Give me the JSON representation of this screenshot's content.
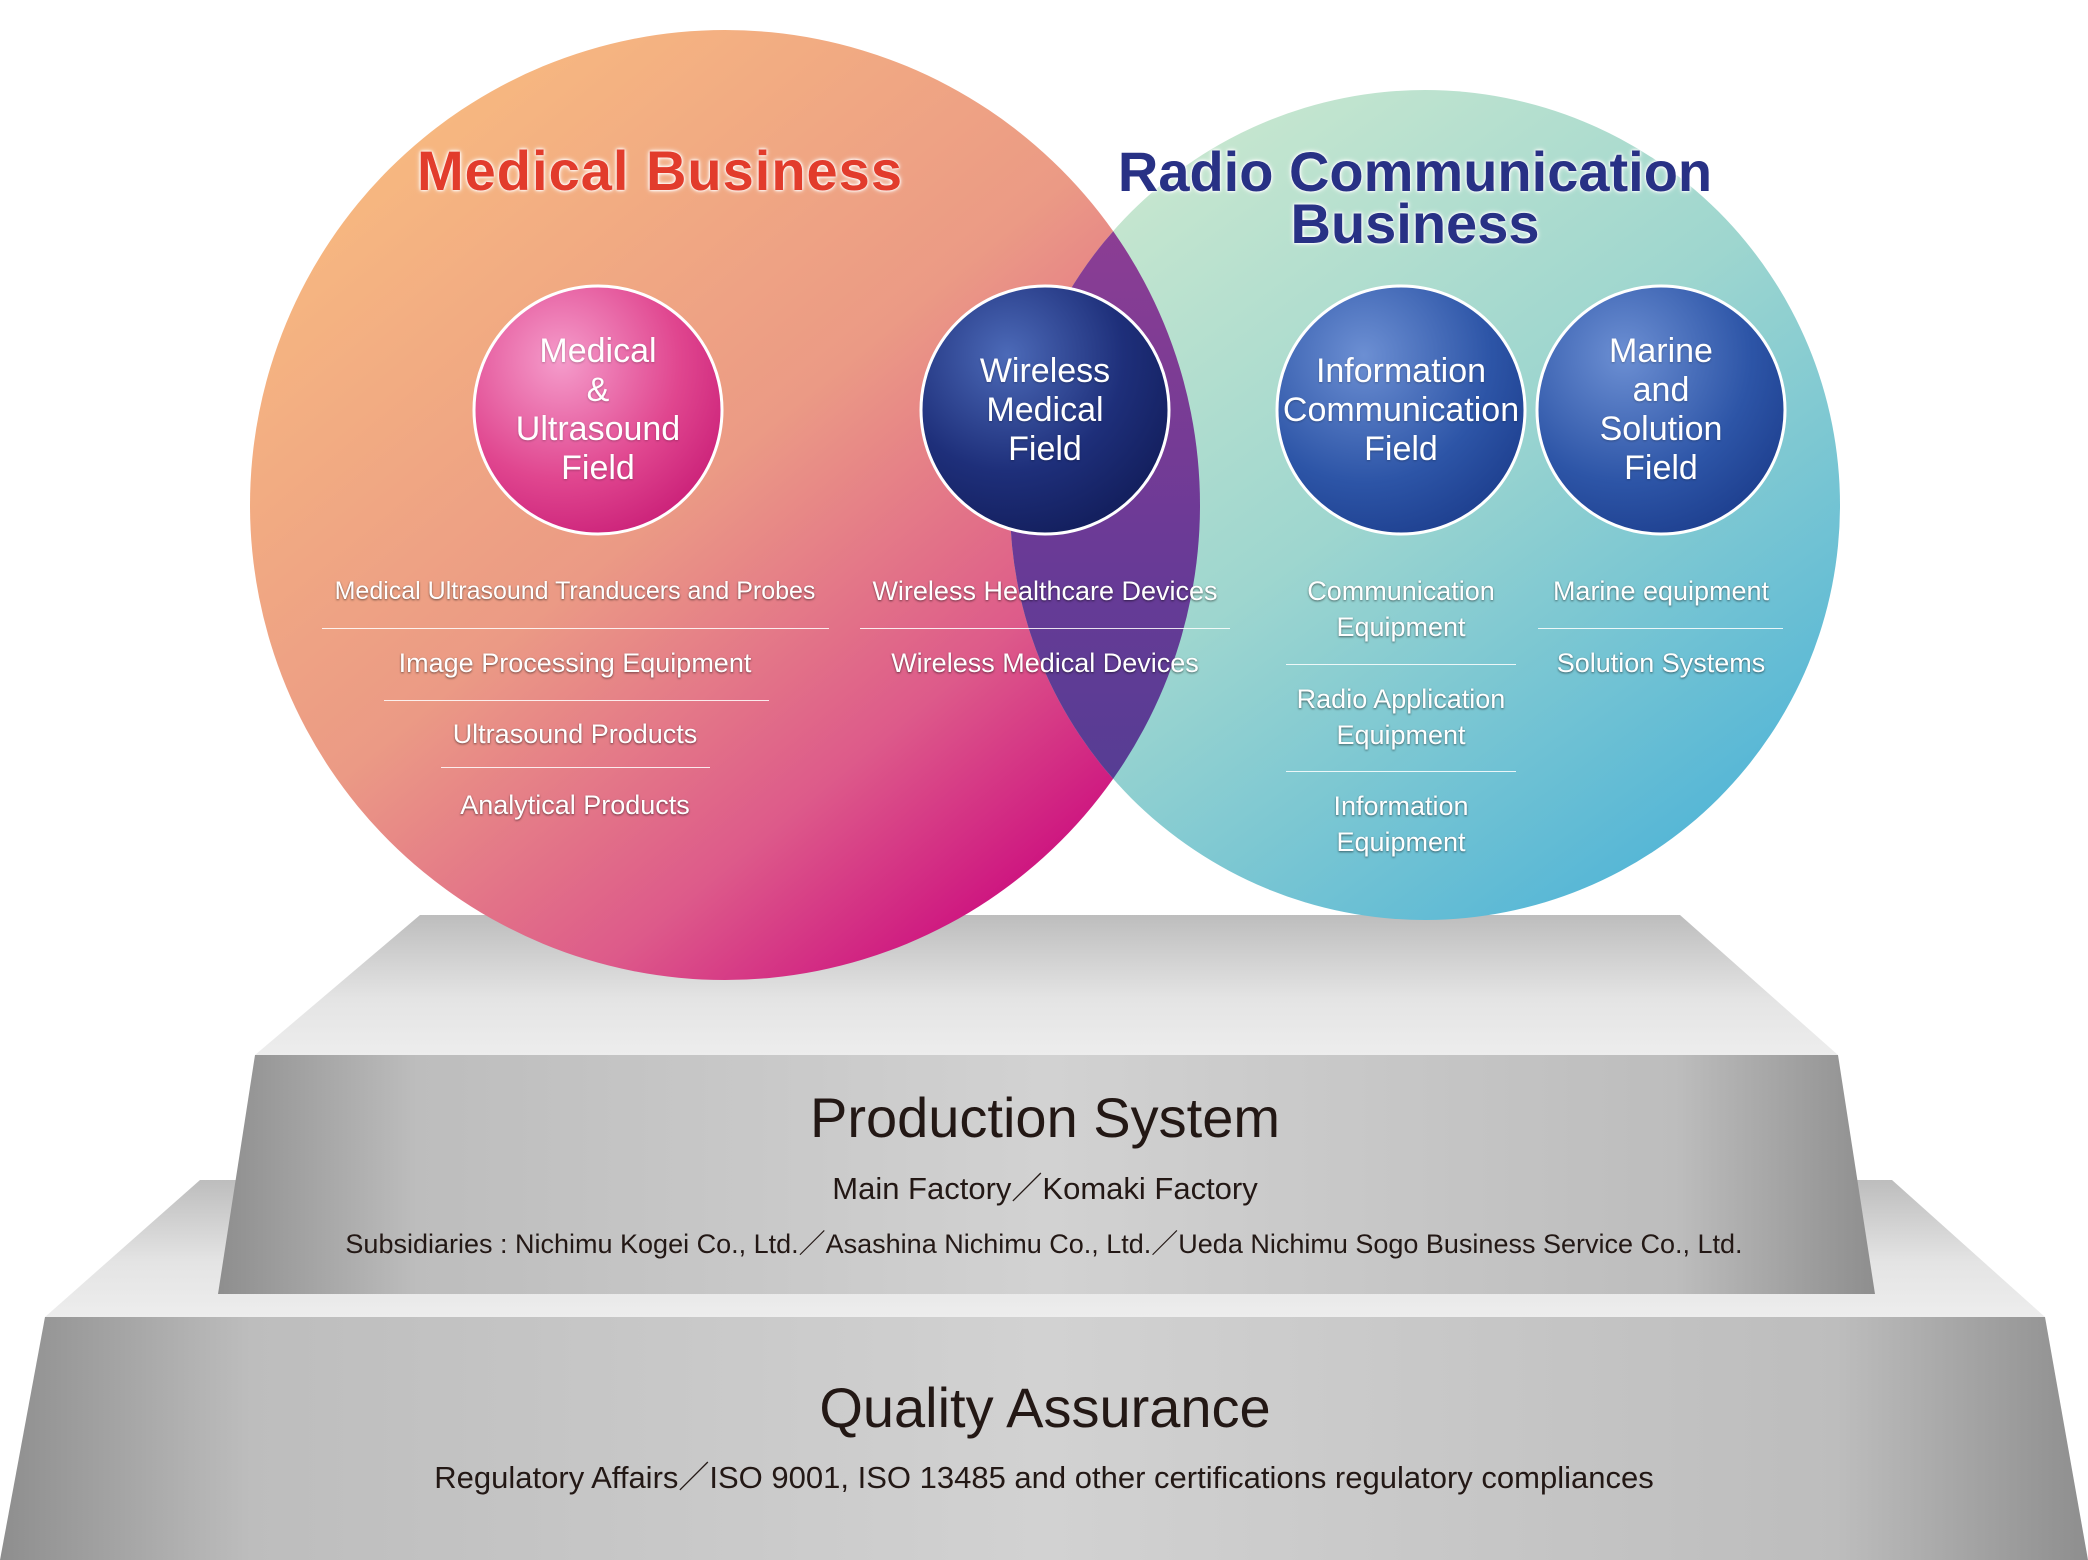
{
  "medical_business": {
    "title": "Medical Business",
    "field": {
      "lines": [
        "Medical",
        "&",
        "Ultrasound",
        "Field"
      ]
    },
    "items": [
      "Medical Ultrasound Tranducers and Probes",
      "Image Processing Equipment",
      "Ultrasound Products",
      "Analytical Products"
    ]
  },
  "wireless_medical": {
    "field": {
      "lines": [
        "Wireless",
        "Medical",
        "Field"
      ]
    },
    "items": [
      "Wireless Healthcare Devices",
      "Wireless Medical Devices"
    ]
  },
  "radio_business": {
    "title_lines": [
      "Radio Communication",
      "Business"
    ],
    "info_field": {
      "lines": [
        "Information",
        "Communication",
        "Field"
      ],
      "items": [
        [
          "Communication",
          "Equipment"
        ],
        [
          "Radio Application",
          "Equipment"
        ],
        [
          "Information",
          "Equipment"
        ]
      ]
    },
    "marine_field": {
      "lines": [
        "Marine",
        "and",
        "Solution",
        "Field"
      ],
      "items": [
        "Marine equipment",
        "Solution Systems"
      ]
    }
  },
  "production_system": {
    "title": "Production System",
    "factories": "Main Factory／Komaki Factory",
    "subsidiaries": "Subsidiaries : Nichimu Kogei Co., Ltd.／Asashina Nichimu Co., Ltd.／Ueda Nichimu Sogo Business Service Co., Ltd."
  },
  "quality_assurance": {
    "title": "Quality Assurance",
    "detail": "Regulatory Affairs／ISO 9001, ISO 13485 and other certifications regulatory compliances"
  },
  "colors": {
    "medical_title": "#e23c2c",
    "radio_title": "#283185",
    "medical_circle_light": "#f7b57e",
    "medical_circle_dark": "#c9007d",
    "radio_circle_light": "#c6e6cf",
    "radio_circle_dark": "#55b6d6",
    "overlap_purple": "#5c3b94",
    "platform_gray": "#c8c8c8"
  }
}
